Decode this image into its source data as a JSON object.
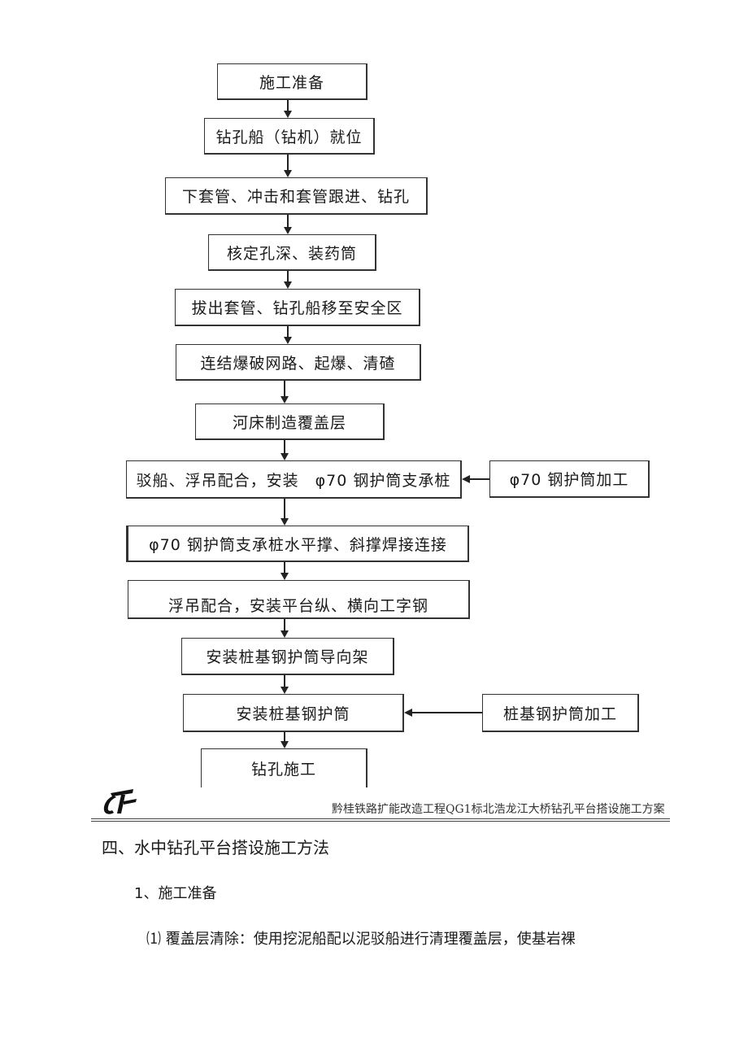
{
  "flowchart": {
    "steps": [
      "施工准备",
      "钻孔船（钻机）就位",
      "下套管、冲击和套管跟进、钻孔",
      "核定孔深、装药筒",
      "拔出套管、钻孔船移至安全区",
      "连结爆破网路、起爆、清碴",
      "河床制造覆盖层",
      "驳船、浮吊配合，安装　φ70 钢护筒支承桩",
      "φ70 钢护筒支承桩水平撑、斜撑焊接连接",
      "浮吊配合，安装平台纵、横向工字钢",
      "安装桩基钢护筒导向架",
      "安装桩基钢护筒",
      "钻孔施工"
    ],
    "side_steps": {
      "support_pile_fabrication": "φ70 钢护筒加工",
      "casing_fabrication": "桩基钢护筒加工"
    }
  },
  "header": {
    "text": "黔桂铁路扩能改造工程QG1标北浩龙江大桥钻孔平台搭设施工方案"
  },
  "body": {
    "section_title": "四、水中钻孔平台搭设施工方法",
    "subsection_title": "1、施工准备",
    "paragraph": "⑴ 覆盖层清除：使用挖泥船配以泥驳船进行清理覆盖层，使基岩裸"
  }
}
